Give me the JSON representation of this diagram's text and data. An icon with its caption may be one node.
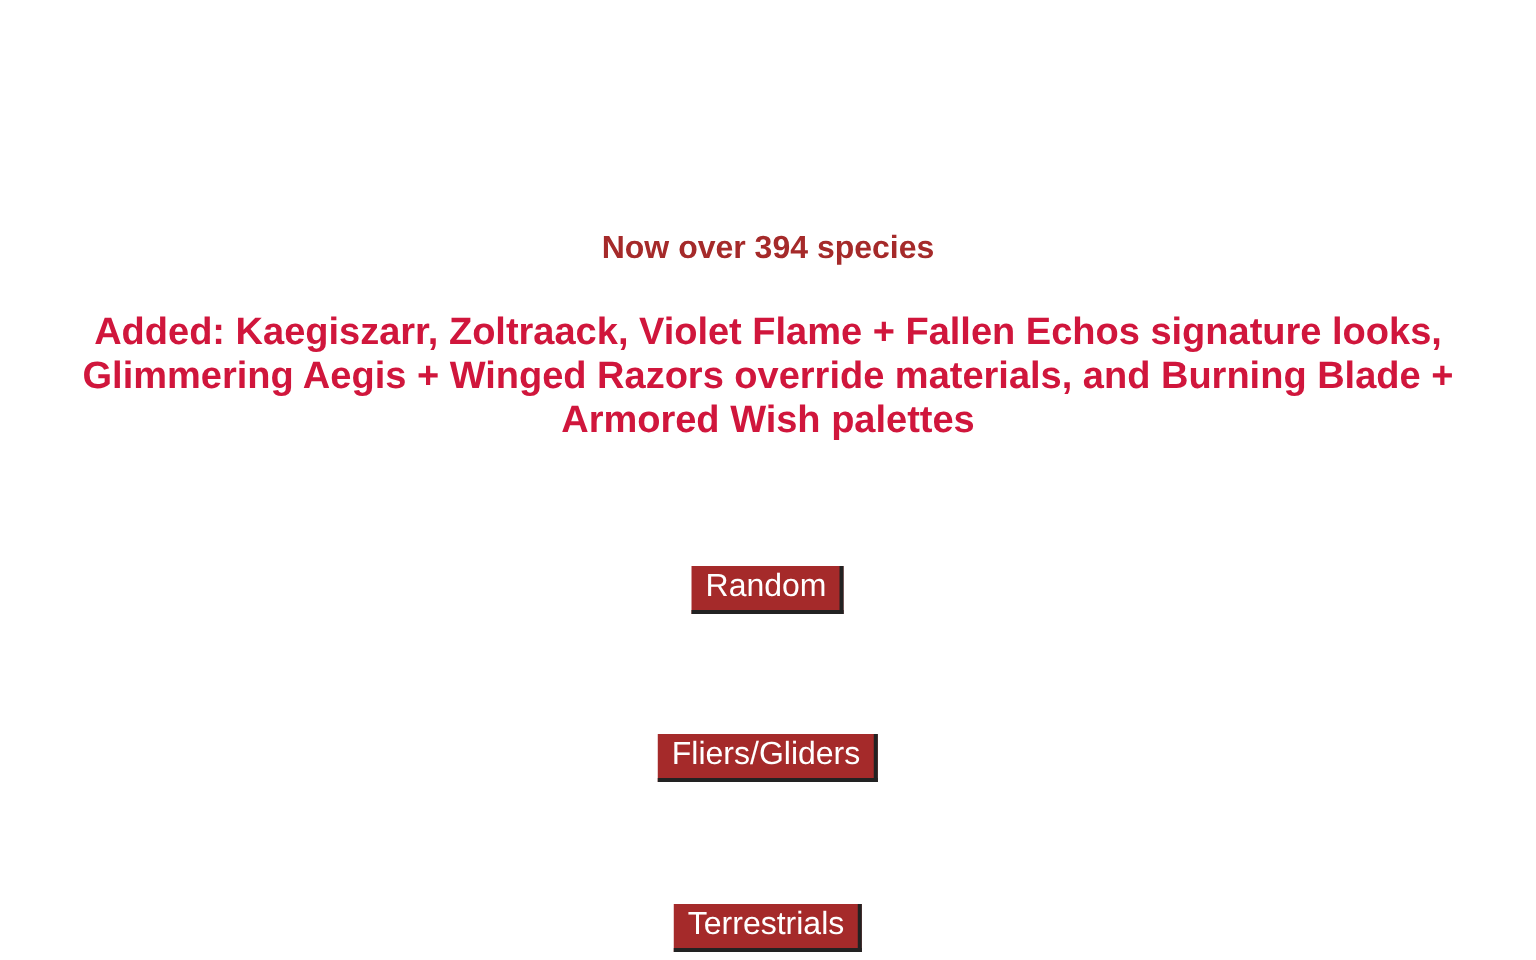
{
  "diagram": {
    "nodes": [
      {
        "text": [
          "Random"
        ]
      },
      {
        "text": [
          "Fliers/Gliders"
        ]
      },
      {
        "text": [
          "Terrestrials"
        ]
      }
    ],
    "labels": [
      "Now over 394 species",
      "Added: Kaegiszarr, Zoltraack, Violet Flame + Fallen Echos signature looks, Glimmering Aegis + Winged Razors override materials, and Burning Blade + Armored Wish palettes"
    ]
  }
}
